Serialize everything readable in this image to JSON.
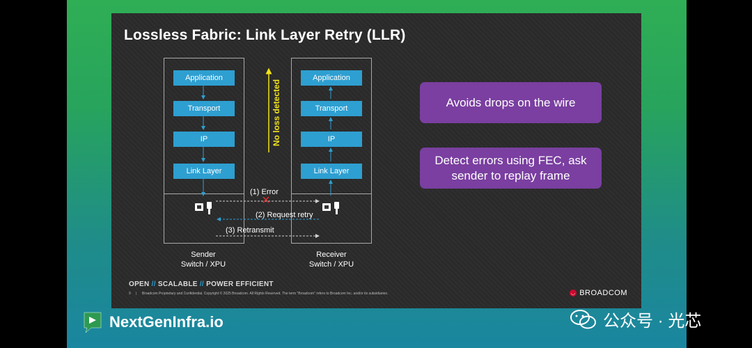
{
  "slide": {
    "title": "Lossless Fabric: Link Layer Retry (LLR)",
    "sender": {
      "layers": [
        "Application",
        "Transport",
        "IP",
        "Link Layer"
      ],
      "label_line1": "Sender",
      "label_line2": "Switch / XPU"
    },
    "receiver": {
      "layers": [
        "Application",
        "Transport",
        "IP",
        "Link Layer"
      ],
      "label_line1": "Receiver",
      "label_line2": "Switch / XPU"
    },
    "no_loss_label": "No loss detected",
    "messages": [
      "(1) Error",
      "(2) Request retry",
      "(3) Retransmit"
    ],
    "callouts": [
      "Avoids drops on the wire",
      "Detect errors using FEC, ask sender to replay frame"
    ],
    "footer": {
      "tag_open": "OPEN",
      "tag_sep": "//",
      "tag_scalable": "SCALABLE",
      "tag_power": "POWER EFFICIENT",
      "page_number": "9",
      "legal": "Broadcom Proprietary and Confidential.  Copyright © 2025 Broadcom.  All Rights Reserved. The term \"Broadcom\" refers to Broadcom Inc. and/or its subsidiaries.",
      "brand": "BROADCOM"
    }
  },
  "overlay": {
    "nextgen": "NextGenInfra.io",
    "wechat": "公众号 · 光芯"
  },
  "colors": {
    "layer_blue": "#2e9fd1",
    "callout_purple": "#7a3fa0",
    "no_loss_yellow": "#f2e21c",
    "error_red": "#e03030"
  }
}
